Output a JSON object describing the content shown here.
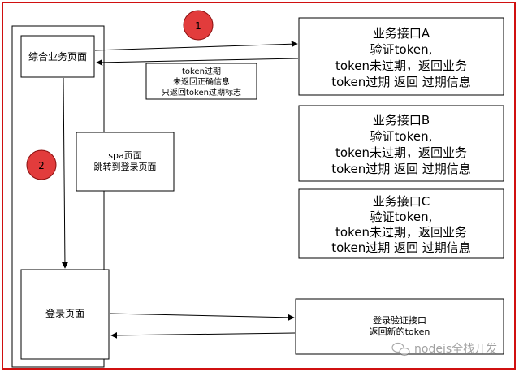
{
  "page": {
    "border_color": "#d01010",
    "line_color": "#000000",
    "circle_fill": "#e23c3c"
  },
  "badges": {
    "step1": "1",
    "step2": "2"
  },
  "nodes": {
    "composite_page": "综合业务页面",
    "login_page": "登录页面",
    "spa_note": [
      "spa页面",
      "跳转到登录页面"
    ],
    "token_note": [
      "token过期",
      "未返回正确信息",
      "只返回token过期标志"
    ],
    "api_a": [
      "业务接口A",
      "验证token,",
      "token未过期，返回业务",
      "token过期 返回 过期信息"
    ],
    "api_b": [
      "业务接口B",
      "验证token,",
      "token未过期，返回业务",
      "token过期 返回 过期信息"
    ],
    "api_c": [
      "业务接口C",
      "验证token,",
      "token未过期，返回业务",
      "token过期 返回 过期信息"
    ],
    "login_api": [
      "登录验证接口",
      "返回新的token"
    ]
  },
  "watermark": {
    "icon": "wechat-icon",
    "text": "nodejs全栈开发"
  }
}
